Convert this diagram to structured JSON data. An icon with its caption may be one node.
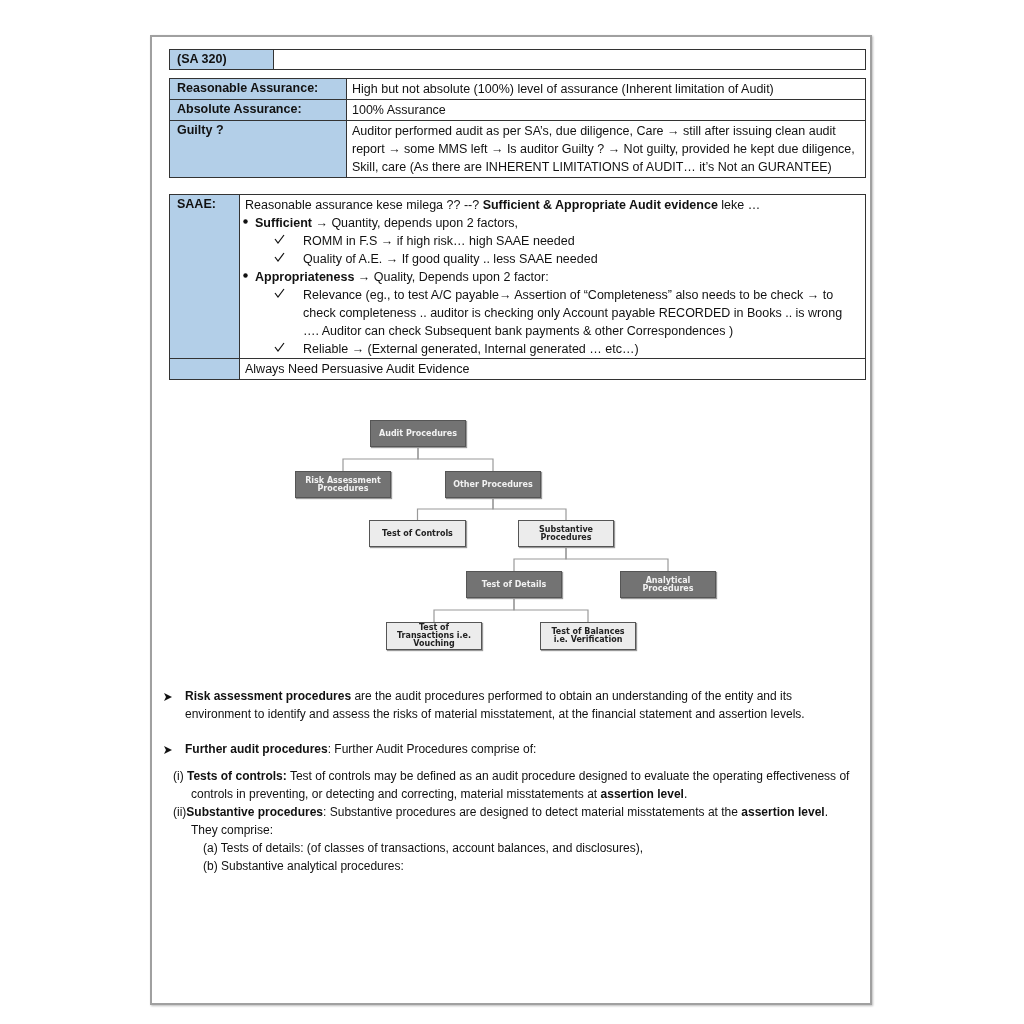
{
  "diagram": {
    "nodes": [
      {
        "text": [
          "Audit Procedures"
        ]
      },
      {
        "text": [
          "Risk Assessment Procedures"
        ]
      },
      {
        "text": [
          "Other Procedures"
        ]
      },
      {
        "text": [
          "Test of Controls"
        ]
      },
      {
        "text": [
          "Substantive Procedures"
        ]
      },
      {
        "text": [
          "Test of Details"
        ]
      },
      {
        "text": [
          "Analytical Procedures"
        ]
      },
      {
        "text": [
          "Test of Transactions i.e. Vouching"
        ]
      },
      {
        "text": [
          "Test of Balances i.e. Verification"
        ]
      }
    ],
    "edges": [
      {
        "from": 0,
        "to": 1,
        "arrow": "none"
      },
      {
        "from": 0,
        "to": 2,
        "arrow": "none"
      },
      {
        "from": 2,
        "to": 3,
        "arrow": "none"
      },
      {
        "from": 2,
        "to": 4,
        "arrow": "none"
      },
      {
        "from": 4,
        "to": 5,
        "arrow": "none"
      },
      {
        "from": 4,
        "to": 6,
        "arrow": "none"
      },
      {
        "from": 5,
        "to": 7,
        "arrow": "none"
      },
      {
        "from": 5,
        "to": 8,
        "arrow": "none"
      }
    ],
    "labels": [
      "(SA 320)",
      "Reasonable Assurance:",
      "High but not absolute (100%) level of assurance (Inherent limitation of Audit)",
      "Absolute Assurance:",
      "100% Assurance",
      "Guilty ?",
      "Auditor performed audit as per SA’s, due diligence, Care → still after issuing clean audit report → some MMS left → Is auditor Guilty ? → Not guilty, provided he kept due diligence, Skill, care (As there are INHERENT LIMITATIONS of AUDIT… it’s Not an GURANTEE)",
      "SAAE:",
      "Reasonable assurance kese milega ?? --? **Sufficient & Appropriate Audit evidence** leke …",
      "**Sufficient** → Quantity, depends upon 2 factors,",
      "ROMM in F.S → if high risk… high SAAE needed",
      "Quality of A.E. → If good quality .. less SAAE needed",
      "**Appropriateness** → Quality, Depends upon 2 factor:",
      "Relevance (eg., to test A/C payable→ Assertion of “Completeness” also needs to be check → to check completeness .. auditor is checking only Account payable RECORDED in Books .. is wrong …. Auditor can check Subsequent bank payments & other Correspondences )",
      "Reliable → (External generated, Internal generated … etc…)",
      "Always Need Persuasive Audit Evidence",
      "**Risk assessment procedures** are the audit procedures performed to obtain an understanding of the entity and its environment to identify and assess the risks of material misstatement, at the financial statement and assertion levels.",
      "**Further audit procedures**: Further Audit Procedures comprise of:",
      "(i) **Tests of controls:** Test of controls may be defined as an audit procedure designed to evaluate the operating effectiveness of controls in preventing, or detecting and correcting, material misstatements at **assertion level**.",
      "(ii)**Substantive procedures**: Substantive procedures are designed to detect material misstatements at the **assertion level**. They comprise:",
      "(a) Tests of details: (of classes of transactions, account balances, and disclosures),",
      "(b) Substantive analytical procedures:"
    ]
  }
}
